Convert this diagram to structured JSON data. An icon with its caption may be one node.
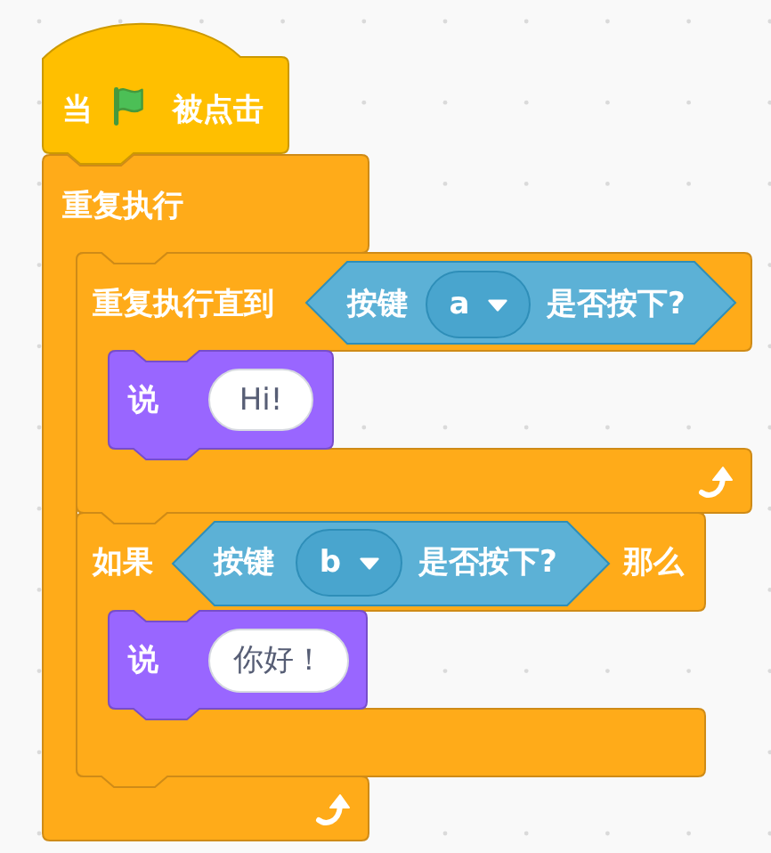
{
  "diagram": {
    "nodes": [
      {
        "text": [
          "当",
          "被点击"
        ]
      },
      {
        "text": [
          "重复执行"
        ]
      },
      {
        "text": [
          "重复执行直到"
        ]
      },
      {
        "text": [
          "按键",
          "是否按下?"
        ],
        "in": 2
      },
      {
        "text": [
          "a"
        ],
        "in": 3
      },
      {
        "text": [
          "说"
        ],
        "in": 2
      },
      {
        "text": [
          "Hi!"
        ],
        "in": 5
      },
      {
        "text": [
          "如果",
          "那么"
        ]
      },
      {
        "text": [
          "按键",
          "是否按下?"
        ],
        "in": 7
      },
      {
        "text": [
          "b"
        ],
        "in": 8
      },
      {
        "text": [
          "说"
        ],
        "in": 7
      },
      {
        "text": [
          "你好！"
        ],
        "in": 10
      }
    ]
  }
}
